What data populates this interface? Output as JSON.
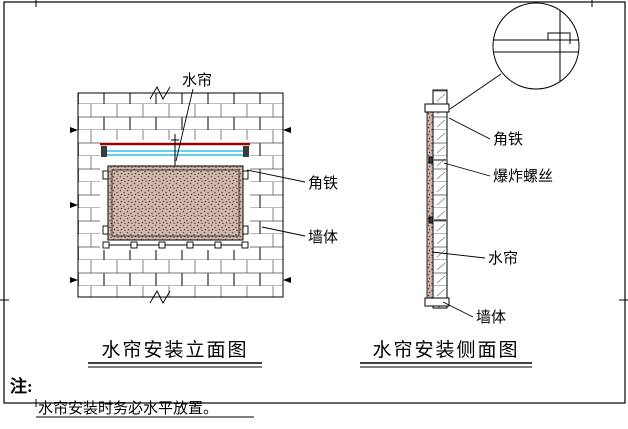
{
  "drawing": {
    "elevation": {
      "title": "水帘安装立面图",
      "labels": {
        "curtain": "水帘",
        "angle_iron": "角铁",
        "wall": "墙体"
      }
    },
    "side": {
      "title": "水帘安装侧面图",
      "labels": {
        "angle_iron": "角铁",
        "expansion_bolt": "爆炸螺丝",
        "curtain": "水帘",
        "wall": "墙体"
      }
    },
    "note": {
      "label": "注:",
      "text": "水帘安装时务必水平放置。"
    },
    "colors": {
      "line": "#000000",
      "lintel_red": "#990000",
      "rail_cyan": "#00b8e0",
      "curtain_base": "#cdb9ae",
      "curtain_dot": "#6f3a2c"
    }
  }
}
